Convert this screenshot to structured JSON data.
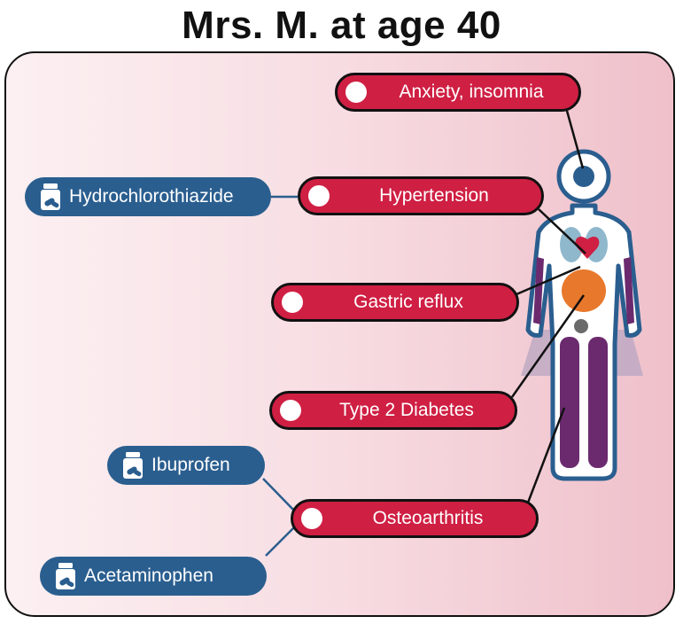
{
  "title": "Mrs. M. at age 40",
  "conditions": {
    "anxiety": "Anxiety, insomnia",
    "hypertension": "Hypertension",
    "gastric": "Gastric reflux",
    "diabetes": "Type 2 Diabetes",
    "osteoarthritis": "Osteoarthritis"
  },
  "medications": {
    "hydrochlorothiazide": "Hydrochlorothiazide",
    "ibuprofen": "Ibuprofen",
    "acetaminophen": "Acetaminophen"
  },
  "colors": {
    "condition": "#cf1f43",
    "medication": "#2a5e8f",
    "body_outline": "#2a5e8f",
    "limbs": "#6b2a6e",
    "stomach": "#e8782b",
    "lungs": "#8fb8cc",
    "heart": "#cf1f43",
    "panel_light": "#fcf0f2",
    "panel_dark": "#efc0ca"
  },
  "icons": {
    "condition_marker": "white-circle-icon",
    "medication": "pill-bottle-icon"
  }
}
